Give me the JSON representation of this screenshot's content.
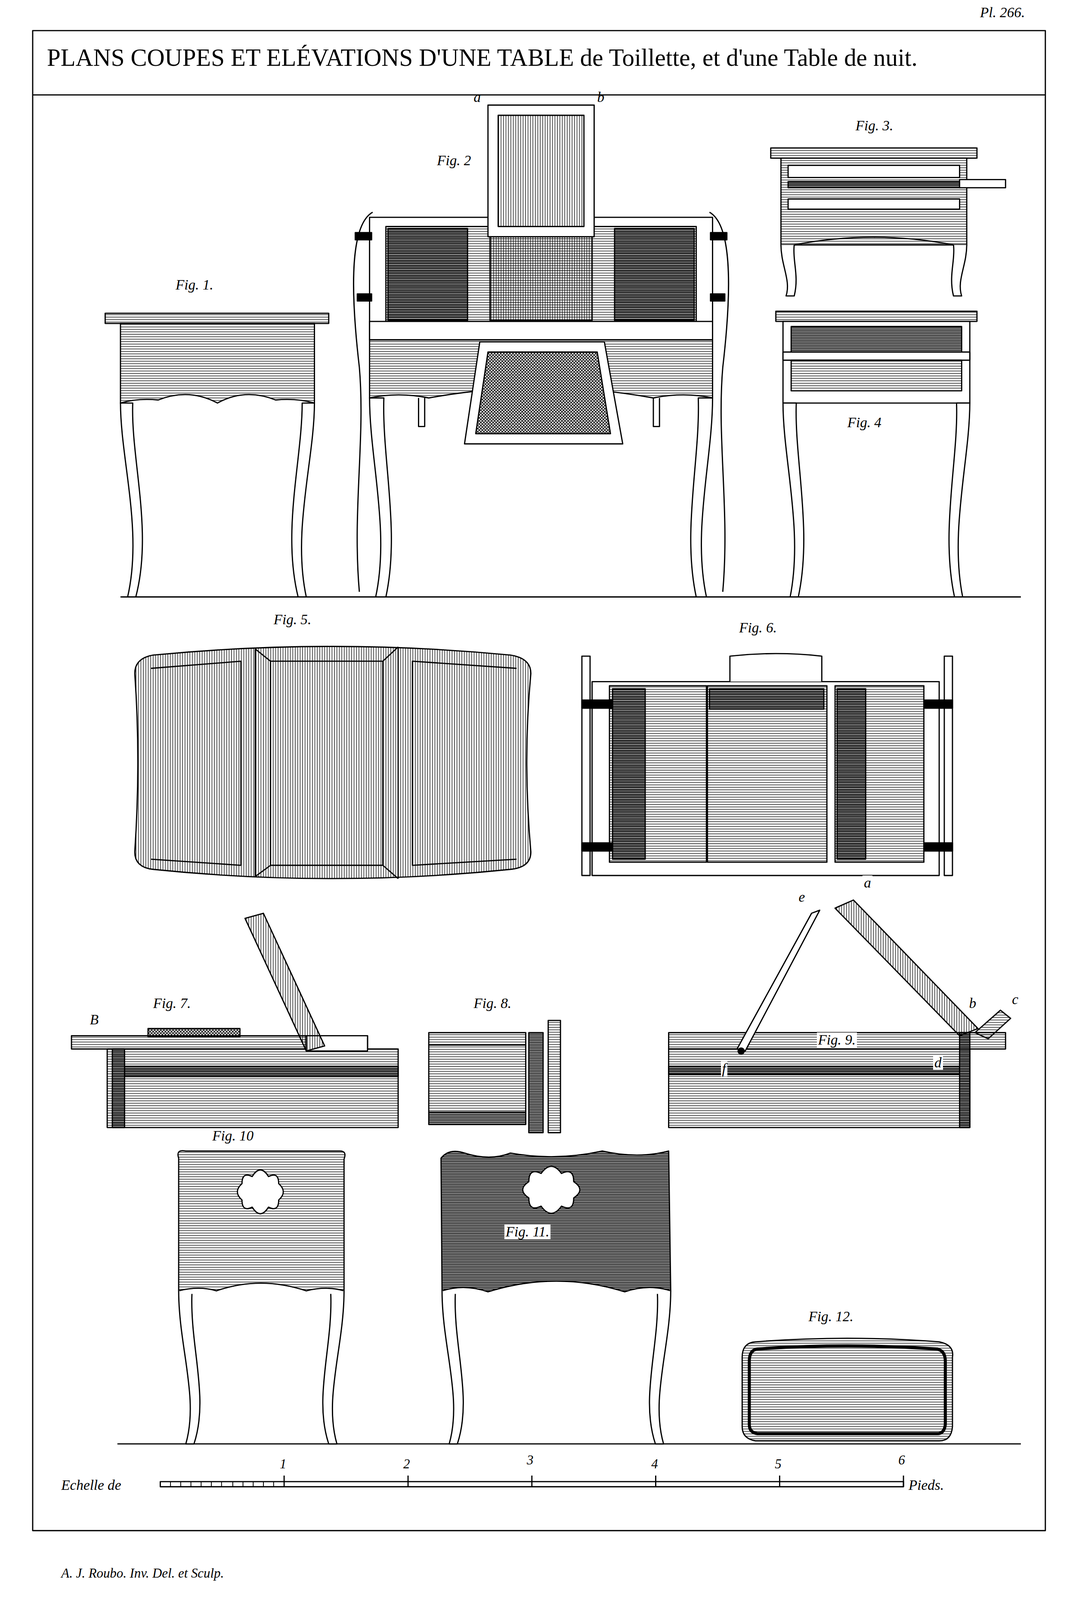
{
  "diagram": {
    "title": "PLANS COUPES ET ELÉVATIONS D'UNE TABLE de Toillette, et d'une Table de nuit.",
    "labels": [
      "Pl. 266.",
      "Fig. 1.",
      "Fig. 2",
      "a",
      "b",
      "Fig. 3.",
      "Fig. 4",
      "Fig. 5.",
      "Fig. 6.",
      "Fig. 7.",
      "B",
      "Fig. 8.",
      "a",
      "e",
      "Fig. 9.",
      "c",
      "b",
      "d",
      "f",
      "Fig. 10",
      "Fig. 11.",
      "Fig. 12.",
      "Echelle de",
      "1",
      "2",
      "3",
      "4",
      "5",
      "6",
      "Pieds.",
      "A. J. Roubo. Inv. Del. et Sculp."
    ]
  }
}
